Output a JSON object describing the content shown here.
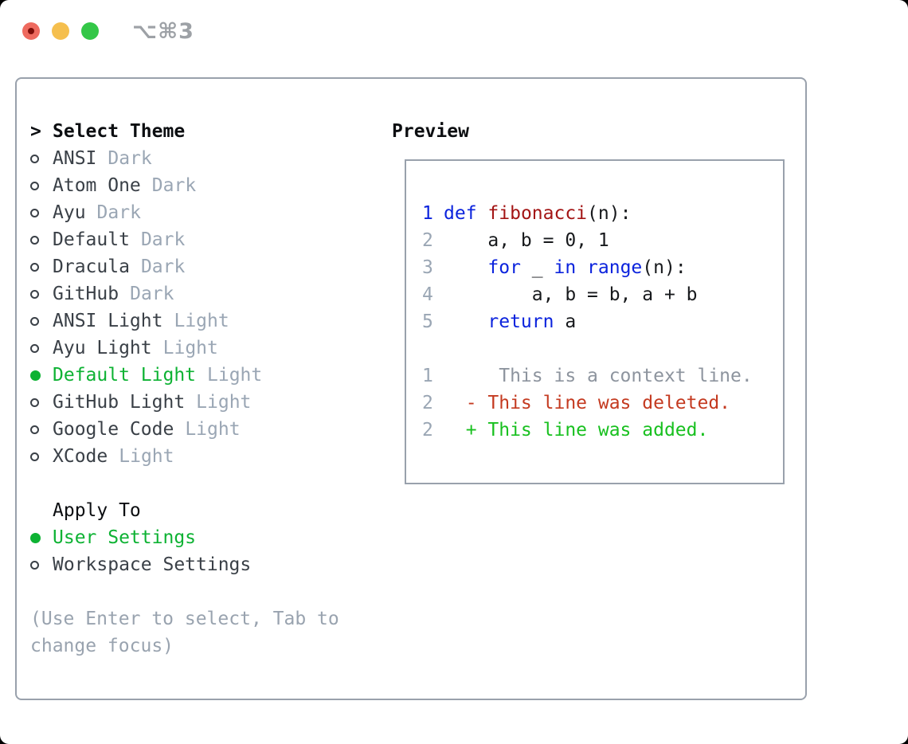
{
  "window": {
    "shortcut_title": "⌥⌘3",
    "traffic_lights": [
      "close",
      "minimize",
      "zoom"
    ]
  },
  "colors": {
    "tl-red": "#ee6a5f",
    "tl-red-dot": "#7e0d08",
    "tl-yellow": "#f5bf4e",
    "tl-green": "#34c748",
    "title-gray": "#9da1a6",
    "border": "#99a1ac",
    "header-text": "#0c0e11",
    "item-text": "#3a4047",
    "dim-gray": "#9aa6b4",
    "hint-gray": "#99a3af",
    "green": "#0db233",
    "kw-blue": "#0b23dd",
    "fn-red": "#a31515",
    "code-text": "#17191c",
    "ctx-gray": "#8d949e",
    "del-red": "#c43a20",
    "add-green": "#18c01f"
  },
  "theme_panel": {
    "header": {
      "caret": ">",
      "label": "Select Theme"
    },
    "themes": [
      {
        "name": "ANSI",
        "variant": "Dark",
        "selected": false
      },
      {
        "name": "Atom One",
        "variant": "Dark",
        "selected": false
      },
      {
        "name": "Ayu",
        "variant": "Dark",
        "selected": false
      },
      {
        "name": "Default",
        "variant": "Dark",
        "selected": false
      },
      {
        "name": "Dracula",
        "variant": "Dark",
        "selected": false
      },
      {
        "name": "GitHub",
        "variant": "Dark",
        "selected": false
      },
      {
        "name": "ANSI Light",
        "variant": "Light",
        "selected": false
      },
      {
        "name": "Ayu Light",
        "variant": "Light",
        "selected": false
      },
      {
        "name": "Default Light",
        "variant": "Light",
        "selected": true
      },
      {
        "name": "GitHub Light",
        "variant": "Light",
        "selected": false
      },
      {
        "name": "Google Code",
        "variant": "Light",
        "selected": false
      },
      {
        "name": "XCode",
        "variant": "Light",
        "selected": false
      }
    ],
    "apply_to": {
      "label": "Apply To",
      "options": [
        {
          "label": "User Settings",
          "selected": true
        },
        {
          "label": "Workspace Settings",
          "selected": false
        }
      ]
    },
    "hint_lines": [
      "(Use Enter to select, Tab to",
      "change focus)"
    ]
  },
  "preview": {
    "label": "Preview",
    "lines": [
      {
        "num": "1",
        "num_style": "active",
        "tokens": [
          {
            "t": "def",
            "c": "kw"
          },
          {
            "t": " ",
            "c": "plain"
          },
          {
            "t": "fibonacci",
            "c": "fn"
          },
          {
            "t": "(n):",
            "c": "plain"
          }
        ]
      },
      {
        "num": "2",
        "num_style": "dim",
        "tokens": [
          {
            "t": "    a, b = 0, 1",
            "c": "plain"
          }
        ]
      },
      {
        "num": "3",
        "num_style": "dim",
        "tokens": [
          {
            "t": "    ",
            "c": "plain"
          },
          {
            "t": "for",
            "c": "kw"
          },
          {
            "t": " _ ",
            "c": "plain"
          },
          {
            "t": "in",
            "c": "kw"
          },
          {
            "t": " ",
            "c": "plain"
          },
          {
            "t": "range",
            "c": "kw"
          },
          {
            "t": "(n):",
            "c": "plain"
          }
        ]
      },
      {
        "num": "4",
        "num_style": "dim",
        "tokens": [
          {
            "t": "        a, b = b, a + b",
            "c": "plain"
          }
        ]
      },
      {
        "num": "5",
        "num_style": "dim",
        "tokens": [
          {
            "t": "    ",
            "c": "plain"
          },
          {
            "t": "return",
            "c": "kw"
          },
          {
            "t": " a",
            "c": "plain"
          }
        ]
      },
      {
        "num": "",
        "num_style": "dim",
        "tokens": []
      },
      {
        "num": "1",
        "num_style": "dim",
        "tokens": [
          {
            "t": "     This is a context line.",
            "c": "ctx"
          }
        ]
      },
      {
        "num": "2",
        "num_style": "dim",
        "tokens": [
          {
            "t": "  - This line was deleted.",
            "c": "del"
          }
        ]
      },
      {
        "num": "2",
        "num_style": "dim",
        "tokens": [
          {
            "t": "  + This line was added.",
            "c": "add"
          }
        ]
      }
    ]
  }
}
